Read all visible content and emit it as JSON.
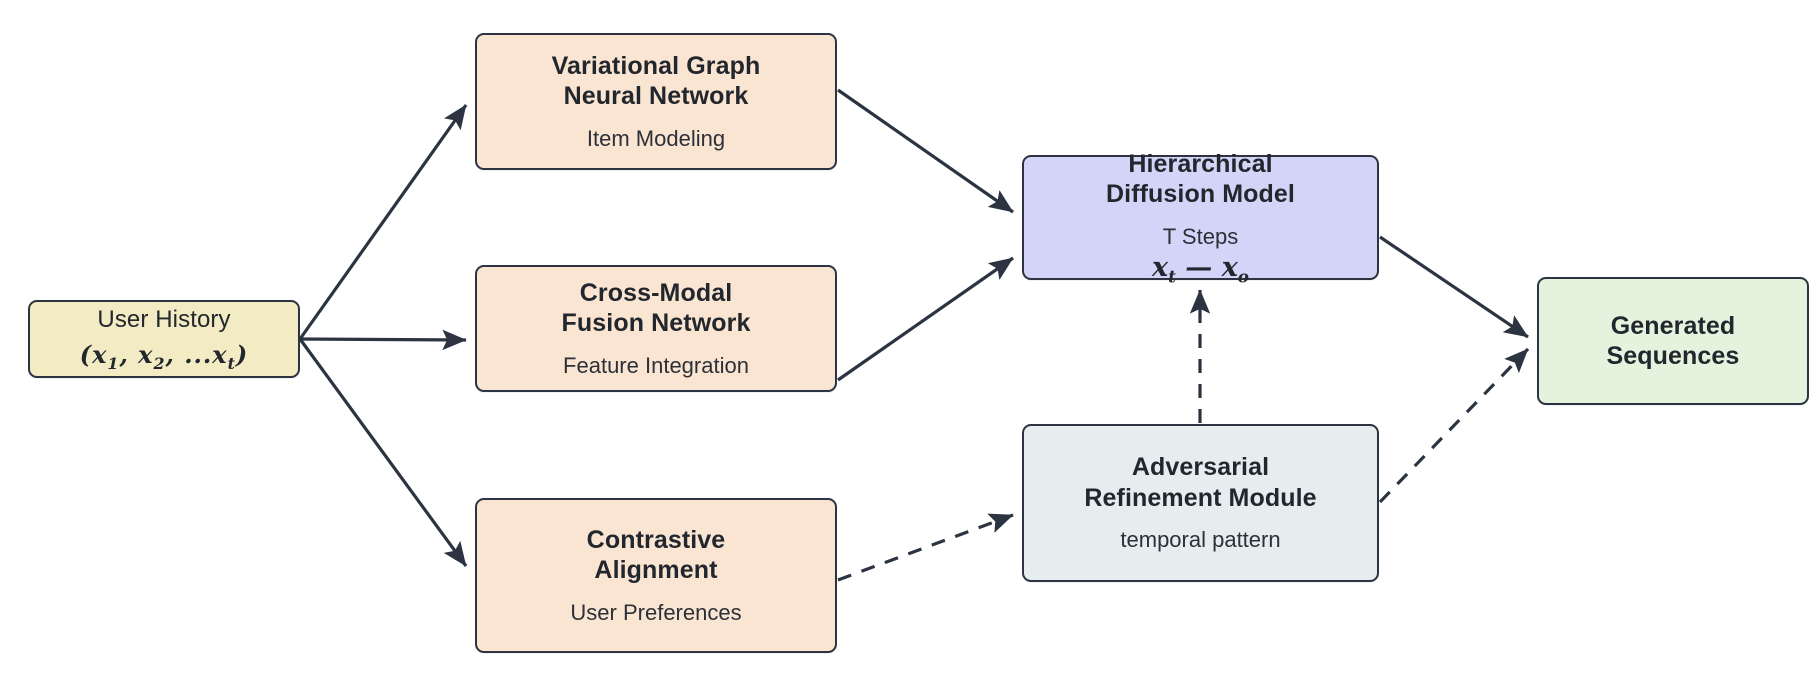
{
  "diagram": {
    "type": "flowchart",
    "background_color": "#ffffff",
    "edge_color": "#2b3440",
    "node_border_color": "#2b3440",
    "nodes": [
      {
        "id": "user_history",
        "title": "User History",
        "math": "(x1, x2, ...xt)",
        "fill": "#f2ebc4",
        "shape": "rounded-rect"
      },
      {
        "id": "vgnn",
        "title": "Variational Graph\nNeural Network",
        "subtitle": "Item Modeling",
        "fill": "#fae5d3",
        "shape": "rounded-rect"
      },
      {
        "id": "cmfn",
        "title": "Cross-Modal\nFusion Network",
        "subtitle": "Feature Integration",
        "fill": "#fae5d3",
        "shape": "rounded-rect"
      },
      {
        "id": "contrastive",
        "title": "Contrastive\nAlignment",
        "subtitle": "User Preferences",
        "fill": "#fae5d3",
        "shape": "rounded-rect"
      },
      {
        "id": "diffusion",
        "title": "Hierarchical\nDiffusion Model",
        "subtitle": "T Steps",
        "math": "xt — xo",
        "fill": "#d3d4f7",
        "shape": "rounded-rect"
      },
      {
        "id": "adversarial",
        "title": "Adversarial\nRefinement Module",
        "subtitle": "temporal pattern",
        "fill": "#e7ecef",
        "shape": "rounded-rect"
      },
      {
        "id": "generated",
        "title": "Generated\nSequences",
        "fill": "#e4f3dd",
        "shape": "rounded-rect"
      }
    ],
    "edges": [
      {
        "id": "e1",
        "from": "user_history",
        "to": "vgnn",
        "style": "solid",
        "arrow": "end"
      },
      {
        "id": "e2",
        "from": "user_history",
        "to": "cmfn",
        "style": "solid",
        "arrow": "end"
      },
      {
        "id": "e3",
        "from": "user_history",
        "to": "contrastive",
        "style": "solid",
        "arrow": "end"
      },
      {
        "id": "e4",
        "from": "vgnn",
        "to": "diffusion",
        "style": "solid",
        "arrow": "end"
      },
      {
        "id": "e5",
        "from": "cmfn",
        "to": "diffusion",
        "style": "solid",
        "arrow": "end"
      },
      {
        "id": "e6",
        "from": "contrastive",
        "to": "adversarial",
        "style": "dashed",
        "arrow": "end"
      },
      {
        "id": "e7",
        "from": "adversarial",
        "to": "diffusion",
        "style": "dashed",
        "arrow": "end"
      },
      {
        "id": "e8",
        "from": "diffusion",
        "to": "generated",
        "style": "solid",
        "arrow": "end"
      },
      {
        "id": "e9",
        "from": "adversarial",
        "to": "generated",
        "style": "dashed",
        "arrow": "end"
      }
    ]
  },
  "labels": {
    "user_history_title": "User History",
    "user_history_math_open": "(",
    "user_history_math_x1": "x",
    "user_history_math_s1": "1",
    "user_history_math_c1": ", ",
    "user_history_math_x2": "x",
    "user_history_math_s2": "2",
    "user_history_math_c2": ", ...",
    "user_history_math_xt": "x",
    "user_history_math_st": "t",
    "user_history_math_close": ")",
    "vgnn_title": "Variational Graph\nNeural Network",
    "vgnn_sub": "Item Modeling",
    "cmfn_title": "Cross-Modal\nFusion Network",
    "cmfn_sub": "Feature Integration",
    "contrastive_title": "Contrastive\nAlignment",
    "contrastive_sub": "User Preferences",
    "diffusion_title": "Hierarchical\nDiffusion Model",
    "diffusion_sub": "T Steps",
    "diffusion_math_x1": "x",
    "diffusion_math_s1": "t",
    "diffusion_math_op": "  —  ",
    "diffusion_math_x2": "x",
    "diffusion_math_s2": "o",
    "adversarial_title": "Adversarial\nRefinement Module",
    "adversarial_sub": "temporal pattern",
    "generated_title": "Generated\nSequences"
  }
}
